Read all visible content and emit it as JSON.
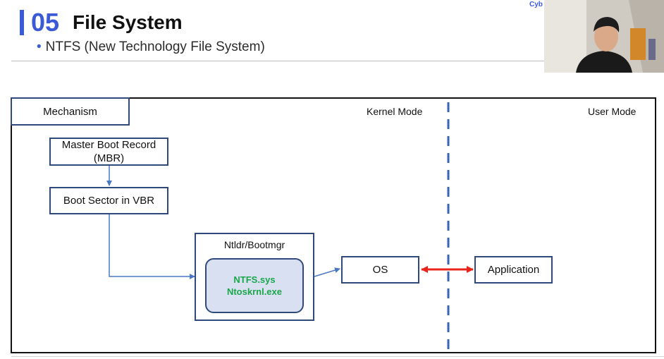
{
  "header": {
    "section_number": "05",
    "title": "File System",
    "subtitle": "NTFS (New Technology File System)"
  },
  "diagram": {
    "mechanism_label": "Mechanism",
    "kernel_mode_label": "Kernel Mode",
    "user_mode_label": "User Mode",
    "mbr": {
      "line1": "Master Boot Record",
      "line2": "(MBR)"
    },
    "boot_sector": "Boot Sector in VBR",
    "loader_title": "Ntldr/Bootmgr",
    "loader_files": [
      "NTFS.sys",
      "Ntoskrnl.exe"
    ],
    "os": "OS",
    "application": "Application"
  },
  "overlay": {
    "corner_text": "Cyb"
  },
  "colors": {
    "accent": "#3b5bd6",
    "box_border": "#2f4a7a",
    "inner_fill": "#d9e0f2",
    "file_text": "#1aa64a",
    "divider": "#3a64b8",
    "arrow_red": "#e8241c"
  }
}
